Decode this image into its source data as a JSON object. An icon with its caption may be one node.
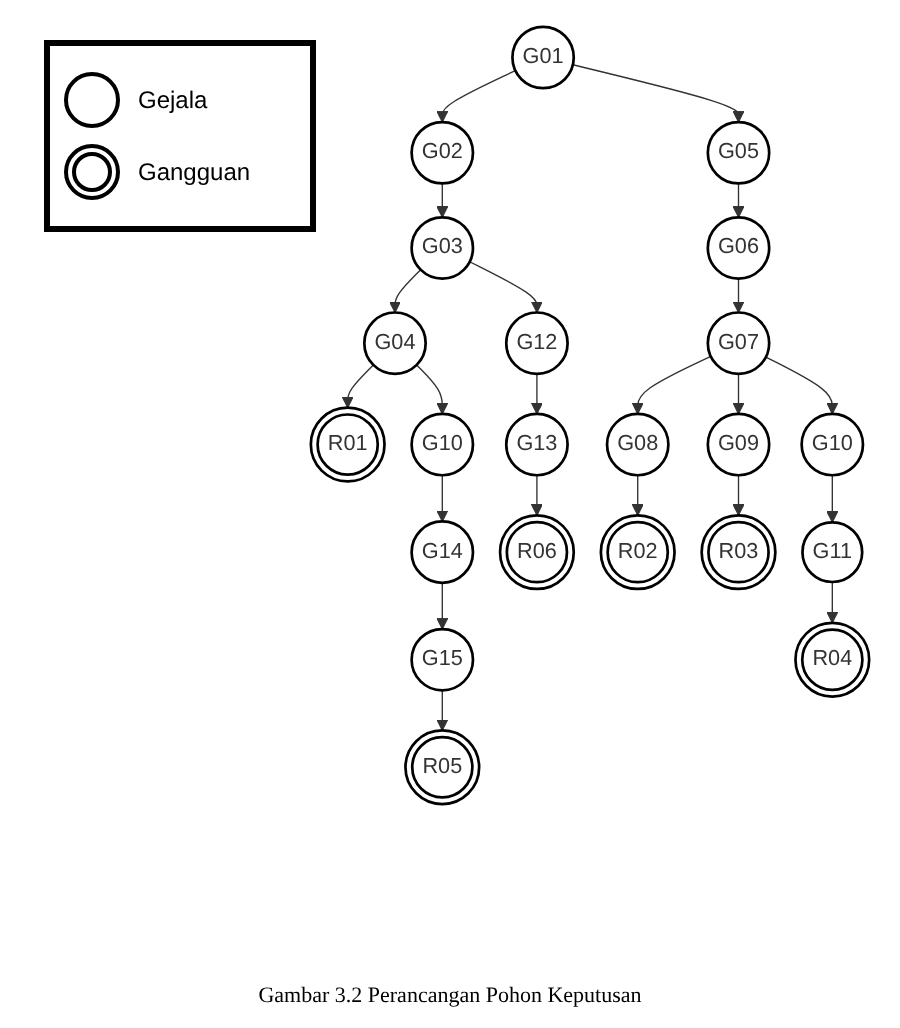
{
  "diagram": {
    "caption": "Gambar 3.2 Perancangan Pohon Keputusan",
    "nodes": [
      {
        "text": [
          "G01"
        ]
      },
      {
        "text": [
          "G02"
        ]
      },
      {
        "text": [
          "G05"
        ]
      },
      {
        "text": [
          "G03"
        ]
      },
      {
        "text": [
          "G06"
        ]
      },
      {
        "text": [
          "G04"
        ]
      },
      {
        "text": [
          "G12"
        ]
      },
      {
        "text": [
          "G07"
        ]
      },
      {
        "text": [
          "R01"
        ]
      },
      {
        "text": [
          "G10"
        ]
      },
      {
        "text": [
          "G13"
        ]
      },
      {
        "text": [
          "G08"
        ]
      },
      {
        "text": [
          "G09"
        ]
      },
      {
        "text": [
          "G10"
        ]
      },
      {
        "text": [
          "R06"
        ]
      },
      {
        "text": [
          "G14"
        ]
      },
      {
        "text": [
          "R02"
        ]
      },
      {
        "text": [
          "R03"
        ]
      },
      {
        "text": [
          "G11"
        ]
      },
      {
        "text": [
          "G15"
        ]
      },
      {
        "text": [
          "R04"
        ]
      },
      {
        "text": [
          "R05"
        ]
      }
    ],
    "edges": [
      {
        "from": 0,
        "to": 1,
        "arrow": "to"
      },
      {
        "from": 0,
        "to": 2,
        "arrow": "to"
      },
      {
        "from": 1,
        "to": 3,
        "arrow": "to"
      },
      {
        "from": 2,
        "to": 4,
        "arrow": "to"
      },
      {
        "from": 3,
        "to": 5,
        "arrow": "to"
      },
      {
        "from": 3,
        "to": 6,
        "arrow": "to"
      },
      {
        "from": 4,
        "to": 7,
        "arrow": "to"
      },
      {
        "from": 5,
        "to": 8,
        "arrow": "to"
      },
      {
        "from": 5,
        "to": 9,
        "arrow": "to"
      },
      {
        "from": 6,
        "to": 10,
        "arrow": "to"
      },
      {
        "from": 7,
        "to": 11,
        "arrow": "to"
      },
      {
        "from": 7,
        "to": 12,
        "arrow": "to"
      },
      {
        "from": 7,
        "to": 13,
        "arrow": "to"
      },
      {
        "from": 10,
        "to": 14,
        "arrow": "to"
      },
      {
        "from": 9,
        "to": 15,
        "arrow": "to"
      },
      {
        "from": 11,
        "to": 16,
        "arrow": "to"
      },
      {
        "from": 12,
        "to": 17,
        "arrow": "to"
      },
      {
        "from": 13,
        "to": 18,
        "arrow": "to"
      },
      {
        "from": 15,
        "to": 19,
        "arrow": "to"
      },
      {
        "from": 18,
        "to": 20,
        "arrow": "to"
      },
      {
        "from": 19,
        "to": 21,
        "arrow": "to"
      }
    ],
    "legend": [
      {
        "text": "Gejala"
      },
      {
        "text": "Gangguan"
      }
    ]
  }
}
